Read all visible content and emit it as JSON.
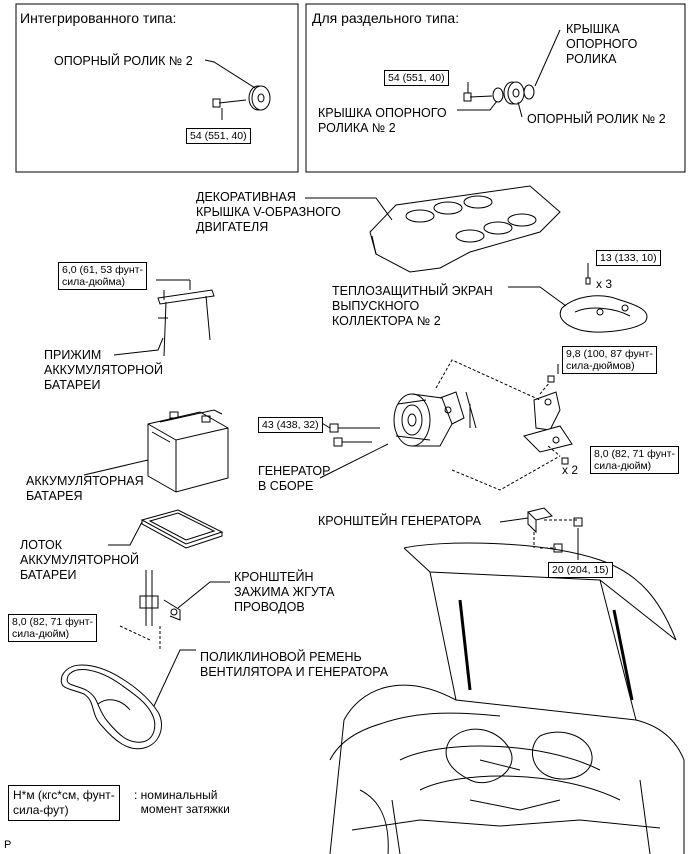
{
  "panels": {
    "integrated_title": "Интегрированного типа:",
    "separate_title": "Для раздельного типа:"
  },
  "labels": {
    "idler_pulley_2_int": "ОПОРНЫЙ РОЛИК № 2",
    "idler_cover": "КРЫШКА\nОПОРНОГО\nРОЛИКА",
    "idler_cover_2": "КРЫШКА ОПОРНОГО\nРОЛИКА № 2",
    "idler_pulley_2_sep": "ОПОРНЫЙ РОЛИК № 2",
    "engine_cover": "ДЕКОРАТИВНАЯ\nКРЫШКА V-ОБРАЗНОГО\nДВИГАТЕЛЯ",
    "heat_shield": "ТЕПЛОЗАЩИТНЫЙ ЭКРАН\nВЫПУСКНОГО\nКОЛЛЕКТОРА № 2",
    "battery_clamp": "ПРИЖИМ\nАККУМУЛЯТОРНОЙ\nБАТАРЕИ",
    "battery": "АККУМУЛЯТОРНАЯ\nБАТАРЕЯ",
    "generator": "ГЕНЕРАТОР\nВ СБОРЕ",
    "battery_tray": "ЛОТОК\nАККУМУЛЯТОРНОЙ\nБАТАРЕИ",
    "generator_bracket": "КРОНШТЕЙН ГЕНЕРАТОРА",
    "harness_bracket": "КРОНШТЕЙН\nЗАЖИМА ЖГУТА\nПРОВОДОВ",
    "vbelt": "ПОЛИКЛИНОВОЙ РЕМЕНЬ\nВЕНТИЛЯТОРА И ГЕНЕРАТОРА",
    "x3": "x 3",
    "x2": "x 2"
  },
  "torques": {
    "t_int": "54 (551, 40)",
    "t_sep": "54 (551, 40)",
    "t_clamp": "6,0 (61, 53 фунт-\nсила-дюйма)",
    "t_shield": "13 (133, 10)",
    "t_upper": "9,8 (100, 87 фунт-\nсила-дюймов)",
    "t_gen": "43 (438, 32)",
    "t_lower": "8,0 (82, 71 фунт-\nсила-дюйм)",
    "t_bracket": "20 (204, 15)",
    "t_harness": "8,0 (82, 71 фунт-\nсила-дюйм)"
  },
  "legend": {
    "unit": "Н*м (кгс*см, фунт-\nсила-фут)",
    "desc": ": номинальный\n  момент затяжки"
  },
  "footer": {
    "code": "P"
  }
}
